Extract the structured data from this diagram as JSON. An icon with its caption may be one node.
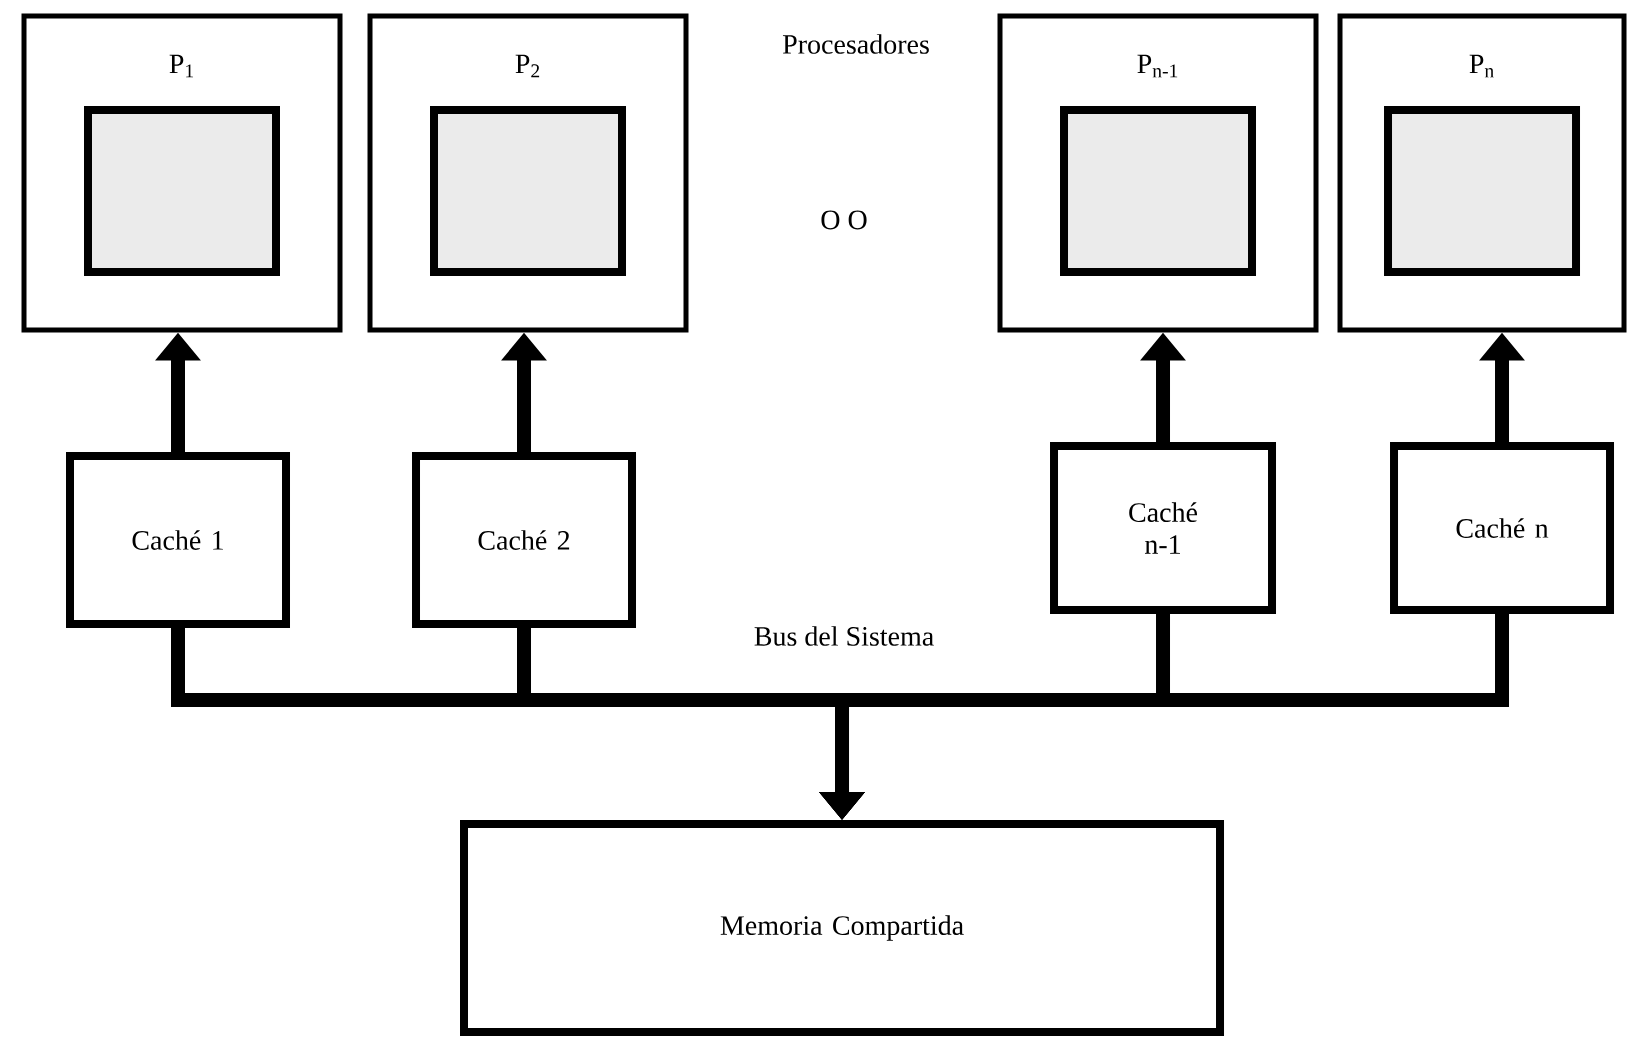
{
  "diagram": {
    "nodes": [
      {
        "text": [
          "P$_{1}$"
        ]
      },
      {
        "text": [],
        "shape": "box",
        "in": 0
      },
      {
        "text": [
          "P$_{2}$"
        ]
      },
      {
        "text": [],
        "shape": "box",
        "in": 2
      },
      {
        "text": [
          "P$_{n-1}$"
        ]
      },
      {
        "text": [],
        "shape": "box",
        "in": 4
      },
      {
        "text": [
          "P$_{n}$"
        ]
      },
      {
        "text": [],
        "shape": "box",
        "in": 6
      },
      {
        "text": [
          "Caché 1"
        ]
      },
      {
        "text": [
          "Caché 2"
        ]
      },
      {
        "text": [
          "Caché n-1"
        ]
      },
      {
        "text": [
          "Caché n"
        ]
      },
      {
        "text": [
          "Memoria Compartida"
        ]
      }
    ],
    "edges": [
      {
        "from": 8,
        "to": 0,
        "arrow": "to"
      },
      {
        "from": 9,
        "to": 2,
        "arrow": "to"
      },
      {
        "from": 10,
        "to": 4,
        "arrow": "to"
      },
      {
        "from": 11,
        "to": 6,
        "arrow": "to"
      },
      {
        "from": 8,
        "to": 12,
        "arrow": "to"
      },
      {
        "from": 9,
        "to": 12,
        "arrow": "to"
      },
      {
        "from": 10,
        "to": 12,
        "arrow": "to"
      },
      {
        "from": 11,
        "to": 12,
        "arrow": "to"
      }
    ],
    "labels": [
      "Procesadores",
      "O O",
      "Bus del Sistema"
    ]
  }
}
